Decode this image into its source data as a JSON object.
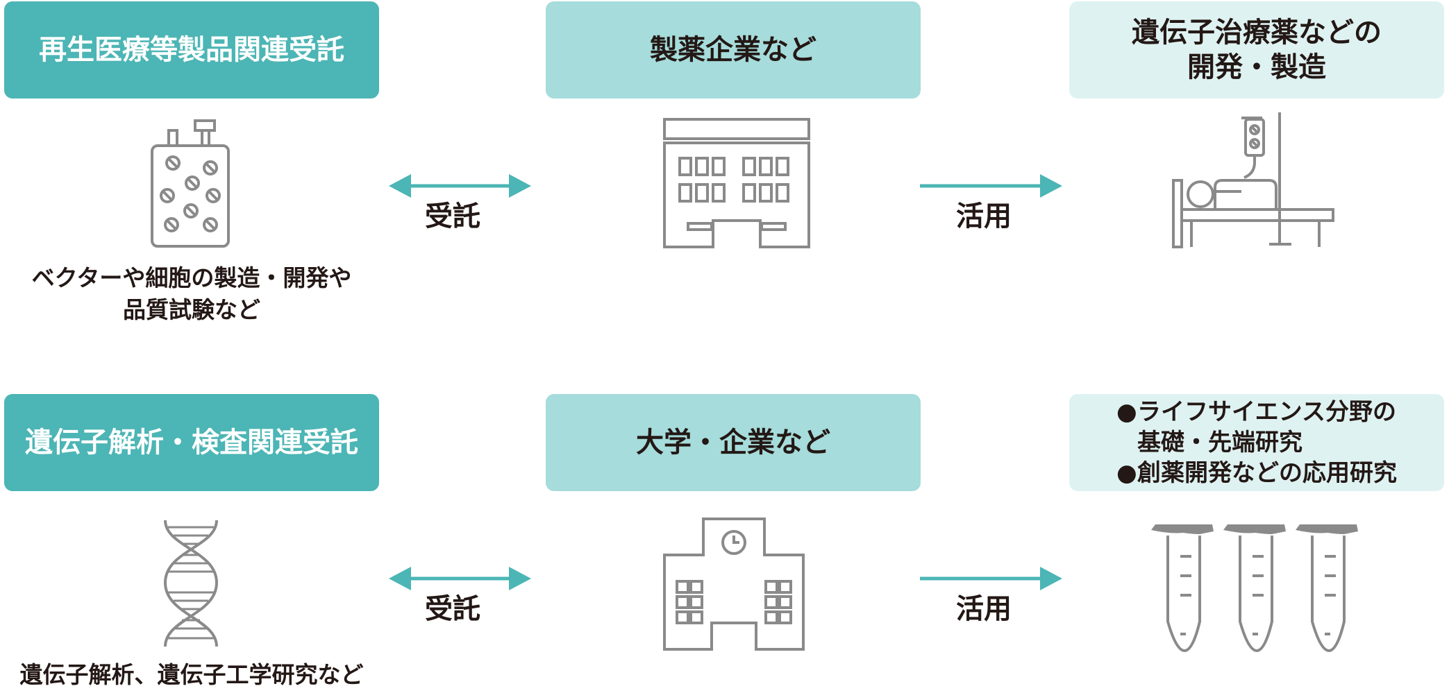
{
  "rows": [
    {
      "left_box": "再生医療等製品関連受託",
      "left_caption": [
        "ベクターや細胞の製造・開発や",
        "品質試験など"
      ],
      "left_icon": "cell-culture-flask-icon",
      "middle_box": "製薬企業など",
      "middle_icon": "pharma-building-icon",
      "right_box": [
        "遺伝子治療薬などの",
        "開発・製造"
      ],
      "right_icon": "patient-iv-bed-icon",
      "arrow1_label": "受託",
      "arrow2_label": "活用"
    },
    {
      "left_box": "遺伝子解析・検査関連受託",
      "left_caption": [
        "遺伝子解析、遺伝子工学研究など"
      ],
      "left_icon": "dna-helix-icon",
      "middle_box": "大学・企業など",
      "middle_icon": "university-building-icon",
      "right_bullets": [
        {
          "mark": "●",
          "lines": [
            "ライフサイエンス分野の",
            "基礎・先端研究"
          ]
        },
        {
          "mark": "●",
          "lines": [
            "創薬開発などの応用研究"
          ]
        }
      ],
      "right_icon": "test-tubes-icon",
      "arrow1_label": "受託",
      "arrow2_label": "活用"
    }
  ],
  "colors": {
    "teal_dark": "#4cb5b5",
    "teal_mid": "#a6dcdb",
    "teal_light": "#dff2f2",
    "icon_gray": "#8a8a8a",
    "text": "#231815"
  }
}
